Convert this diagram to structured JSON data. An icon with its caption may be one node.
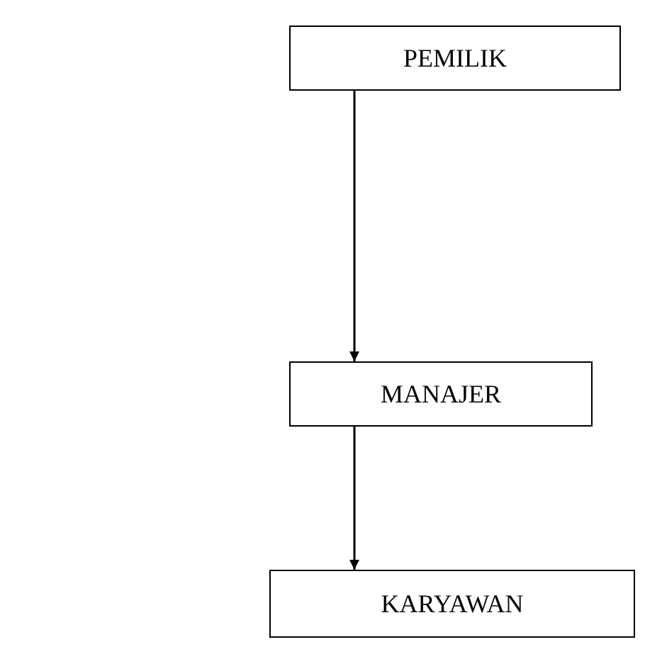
{
  "diagram": {
    "nodes": [
      {
        "text": [
          "PEMILIK"
        ]
      },
      {
        "text": [
          "MANAJER"
        ]
      },
      {
        "text": [
          "KARYAWAN"
        ]
      }
    ],
    "edges": [
      {
        "from": 0,
        "to": 1,
        "arrow": "to"
      },
      {
        "from": 1,
        "to": 2,
        "arrow": "to"
      }
    ]
  }
}
